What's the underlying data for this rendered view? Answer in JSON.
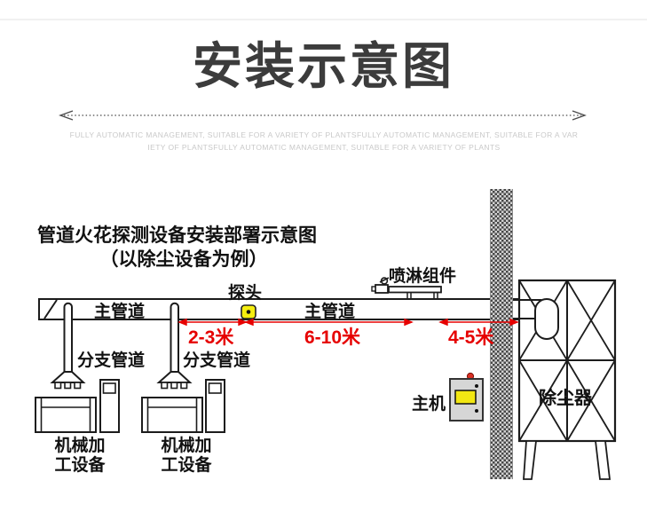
{
  "header": {
    "title": "安装示意图",
    "tagline_line1": "FULLY AUTOMATIC MANAGEMENT, SUITABLE FOR A VARIETY OF PLANTSFULLY AUTOMATIC MANAGEMENT, SUITABLE FOR A VAR",
    "tagline_line2": "IETY OF PLANTSFULLY AUTOMATIC MANAGEMENT, SUITABLE FOR A VARIETY OF PLANTS"
  },
  "diagram": {
    "title_line1": "管道火花探测设备安装部署示意图",
    "title_line2": "（以除尘设备为例）",
    "labels": {
      "probe": "探头",
      "spray_assembly": "喷淋组件",
      "main_pipe_left": "主管道",
      "main_pipe_right": "主管道",
      "branch_pipe_1": "分支管道",
      "branch_pipe_2": "分支管道",
      "host": "主机",
      "dust_collector": "除尘器",
      "machine1": [
        "机械加",
        "工设备"
      ],
      "machine2": [
        "机械加",
        "工设备"
      ]
    },
    "dimensions": {
      "d1": "2-3米",
      "d2": "6-10米",
      "d3": "4-5米"
    },
    "colors": {
      "dimension_red": "#e60000",
      "probe_yellow": "#f5ee0f",
      "host_screen_yellow": "#f2e713",
      "host_body_gray": "#d6d6d6",
      "alarm_light_red": "#d93025",
      "title_gray": "#3c3c3c",
      "tagline_gray": "#c9c9c9",
      "line_black": "#1c1c1c"
    }
  }
}
